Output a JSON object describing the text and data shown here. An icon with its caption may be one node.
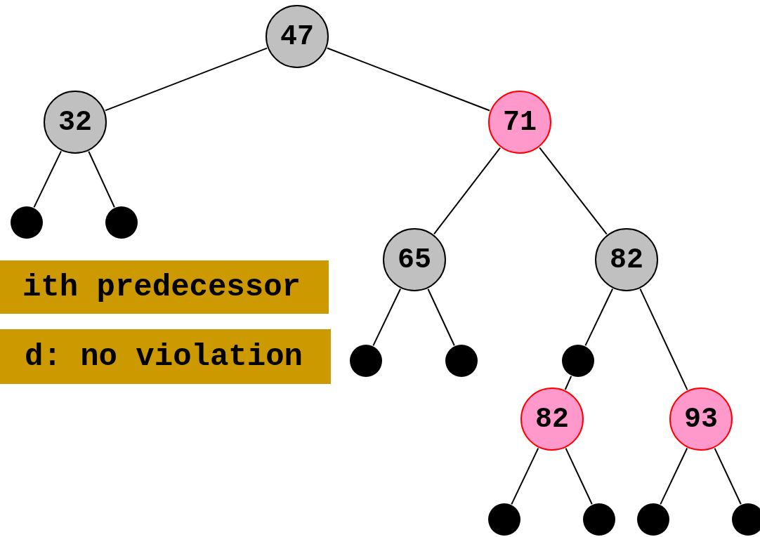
{
  "diagram": {
    "nodes": [
      {
        "text": [
          "47"
        ]
      },
      {
        "text": [
          "32"
        ]
      },
      {
        "text": [
          "71"
        ]
      },
      {
        "text": [],
        "shape": "circle"
      },
      {
        "text": [],
        "shape": "circle"
      },
      {
        "text": [
          "65"
        ]
      },
      {
        "text": [
          "82"
        ]
      },
      {
        "text": [
          "ith predecessor"
        ]
      },
      {
        "text": [
          "d: no violation"
        ]
      },
      {
        "text": [],
        "shape": "circle"
      },
      {
        "text": [],
        "shape": "circle"
      },
      {
        "text": [],
        "shape": "circle"
      },
      {
        "text": [
          "82"
        ]
      },
      {
        "text": [
          "93"
        ]
      },
      {
        "text": [],
        "shape": "circle"
      },
      {
        "text": [],
        "shape": "circle"
      },
      {
        "text": [],
        "shape": "circle"
      },
      {
        "text": [],
        "shape": "circle"
      }
    ],
    "edges": [
      {
        "from": 0,
        "to": 1,
        "arrow": "none"
      },
      {
        "from": 0,
        "to": 2,
        "arrow": "none"
      },
      {
        "from": 1,
        "to": 3,
        "arrow": "none"
      },
      {
        "from": 1,
        "to": 4,
        "arrow": "none"
      },
      {
        "from": 2,
        "to": 5,
        "arrow": "none"
      },
      {
        "from": 2,
        "to": 6,
        "arrow": "none"
      },
      {
        "from": 5,
        "to": 9,
        "arrow": "none"
      },
      {
        "from": 5,
        "to": 10,
        "arrow": "none"
      },
      {
        "from": 6,
        "to": 11,
        "arrow": "none"
      },
      {
        "from": 11,
        "to": 12,
        "arrow": "none"
      },
      {
        "from": 6,
        "to": 13,
        "arrow": "none"
      },
      {
        "from": 12,
        "to": 14,
        "arrow": "none"
      },
      {
        "from": 12,
        "to": 15,
        "arrow": "none"
      },
      {
        "from": 13,
        "to": 16,
        "arrow": "none"
      },
      {
        "from": 13,
        "to": 17,
        "arrow": "none"
      }
    ]
  }
}
